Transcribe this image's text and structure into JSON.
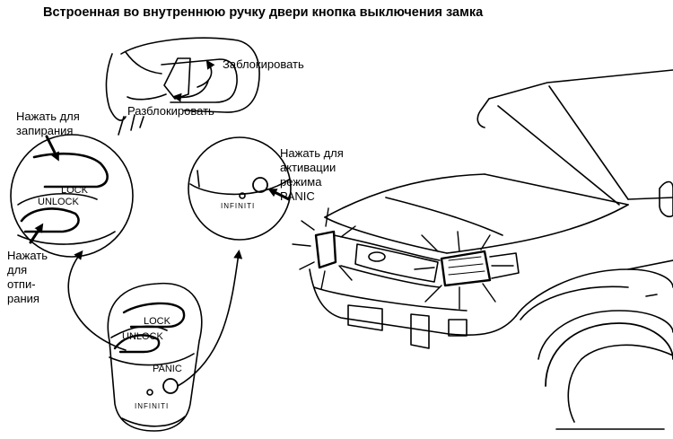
{
  "title": "Встроенная во внутреннюю ручку двери кнопка выключения замка",
  "handle": {
    "lock_label": "Заблокировать",
    "unlock_label": "Разблокировать"
  },
  "lock_detail": {
    "press_label_line1": "Нажать для",
    "press_label_line2": "запирания",
    "unlock_label_lines": [
      "Нажать",
      "для",
      "отпи-",
      "рания"
    ],
    "lock_button": "LOCK",
    "unlock_button": "UNLOCK"
  },
  "panic_detail": {
    "label_lines": [
      "Нажать для",
      "активации",
      "режима",
      "PANIC"
    ],
    "brand": "INFINITI"
  },
  "fob": {
    "lock_button": "LOCK",
    "unlock_button": "UNLOCK",
    "panic_button": "PANIC",
    "brand": "INFINITI"
  }
}
